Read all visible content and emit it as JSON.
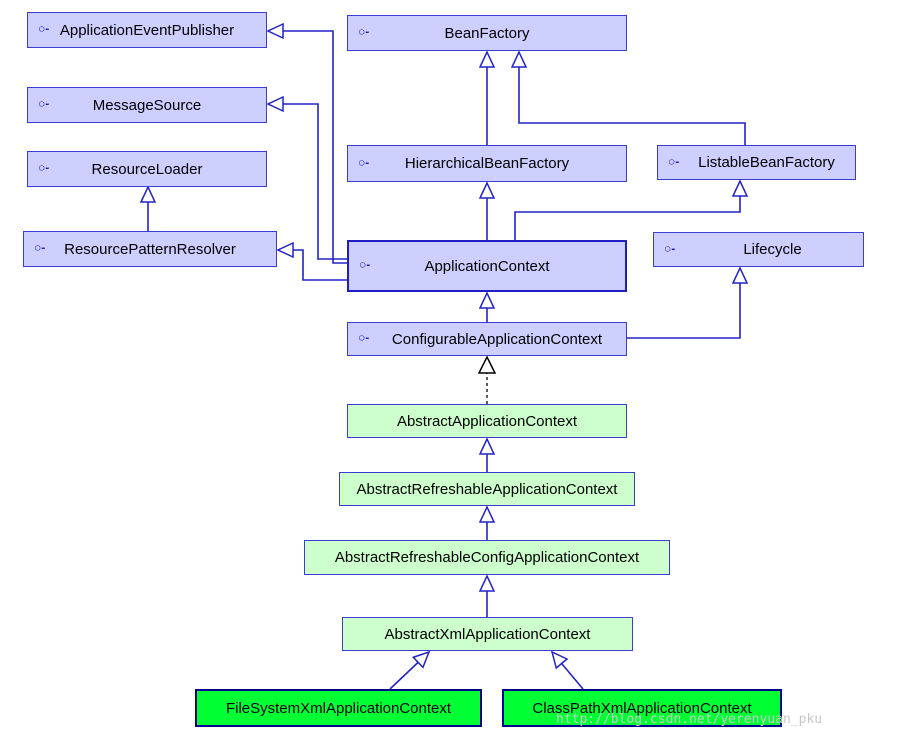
{
  "diagram": {
    "interface_marker": "○-",
    "interfaces": {
      "application_event_publisher": "ApplicationEventPublisher",
      "message_source": "MessageSource",
      "resource_loader": "ResourceLoader",
      "resource_pattern_resolver": "ResourcePatternResolver",
      "bean_factory": "BeanFactory",
      "hierarchical_bean_factory": "HierarchicalBeanFactory",
      "listable_bean_factory": "ListableBeanFactory",
      "application_context": "ApplicationContext",
      "lifecycle": "Lifecycle",
      "configurable_application_context": "ConfigurableApplicationContext"
    },
    "abstract_classes": {
      "abstract_application_context": "AbstractApplicationContext",
      "abstract_refreshable_application_context": "AbstractRefreshableApplicationContext",
      "abstract_refreshable_config_application_context": "AbstractRefreshableConfigApplicationContext",
      "abstract_xml_application_context": "AbstractXmlApplicationContext"
    },
    "concrete_classes": {
      "file_system_xml_application_context": "FileSystemXmlApplicationContext",
      "class_path_xml_application_context": "ClassPathXmlApplicationContext"
    },
    "colors": {
      "interface_fill": "#cccfff",
      "interface_border": "#3b3bd6",
      "abstract_fill": "#ccffcc",
      "concrete_fill": "#00ff33",
      "edge": "#2323c8"
    }
  },
  "watermark": "http://blog.csdn.net/yerenyuan_pku"
}
